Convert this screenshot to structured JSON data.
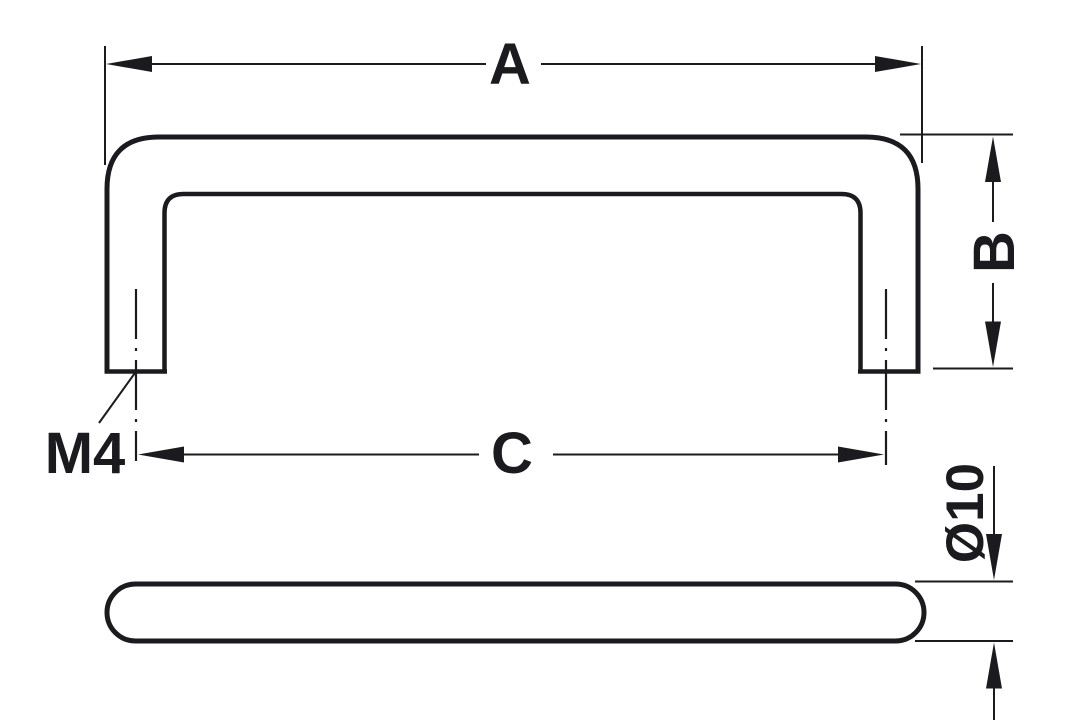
{
  "drawing": {
    "title": "Furniture handle dimension drawing",
    "colors": {
      "ink": "#1b1b1f",
      "background": "#ffffff"
    },
    "dimensions": {
      "overall_length": "A",
      "projection_height": "B",
      "hole_spacing": "C",
      "thread_size": "M4",
      "bar_diameter": "Ø10"
    }
  }
}
